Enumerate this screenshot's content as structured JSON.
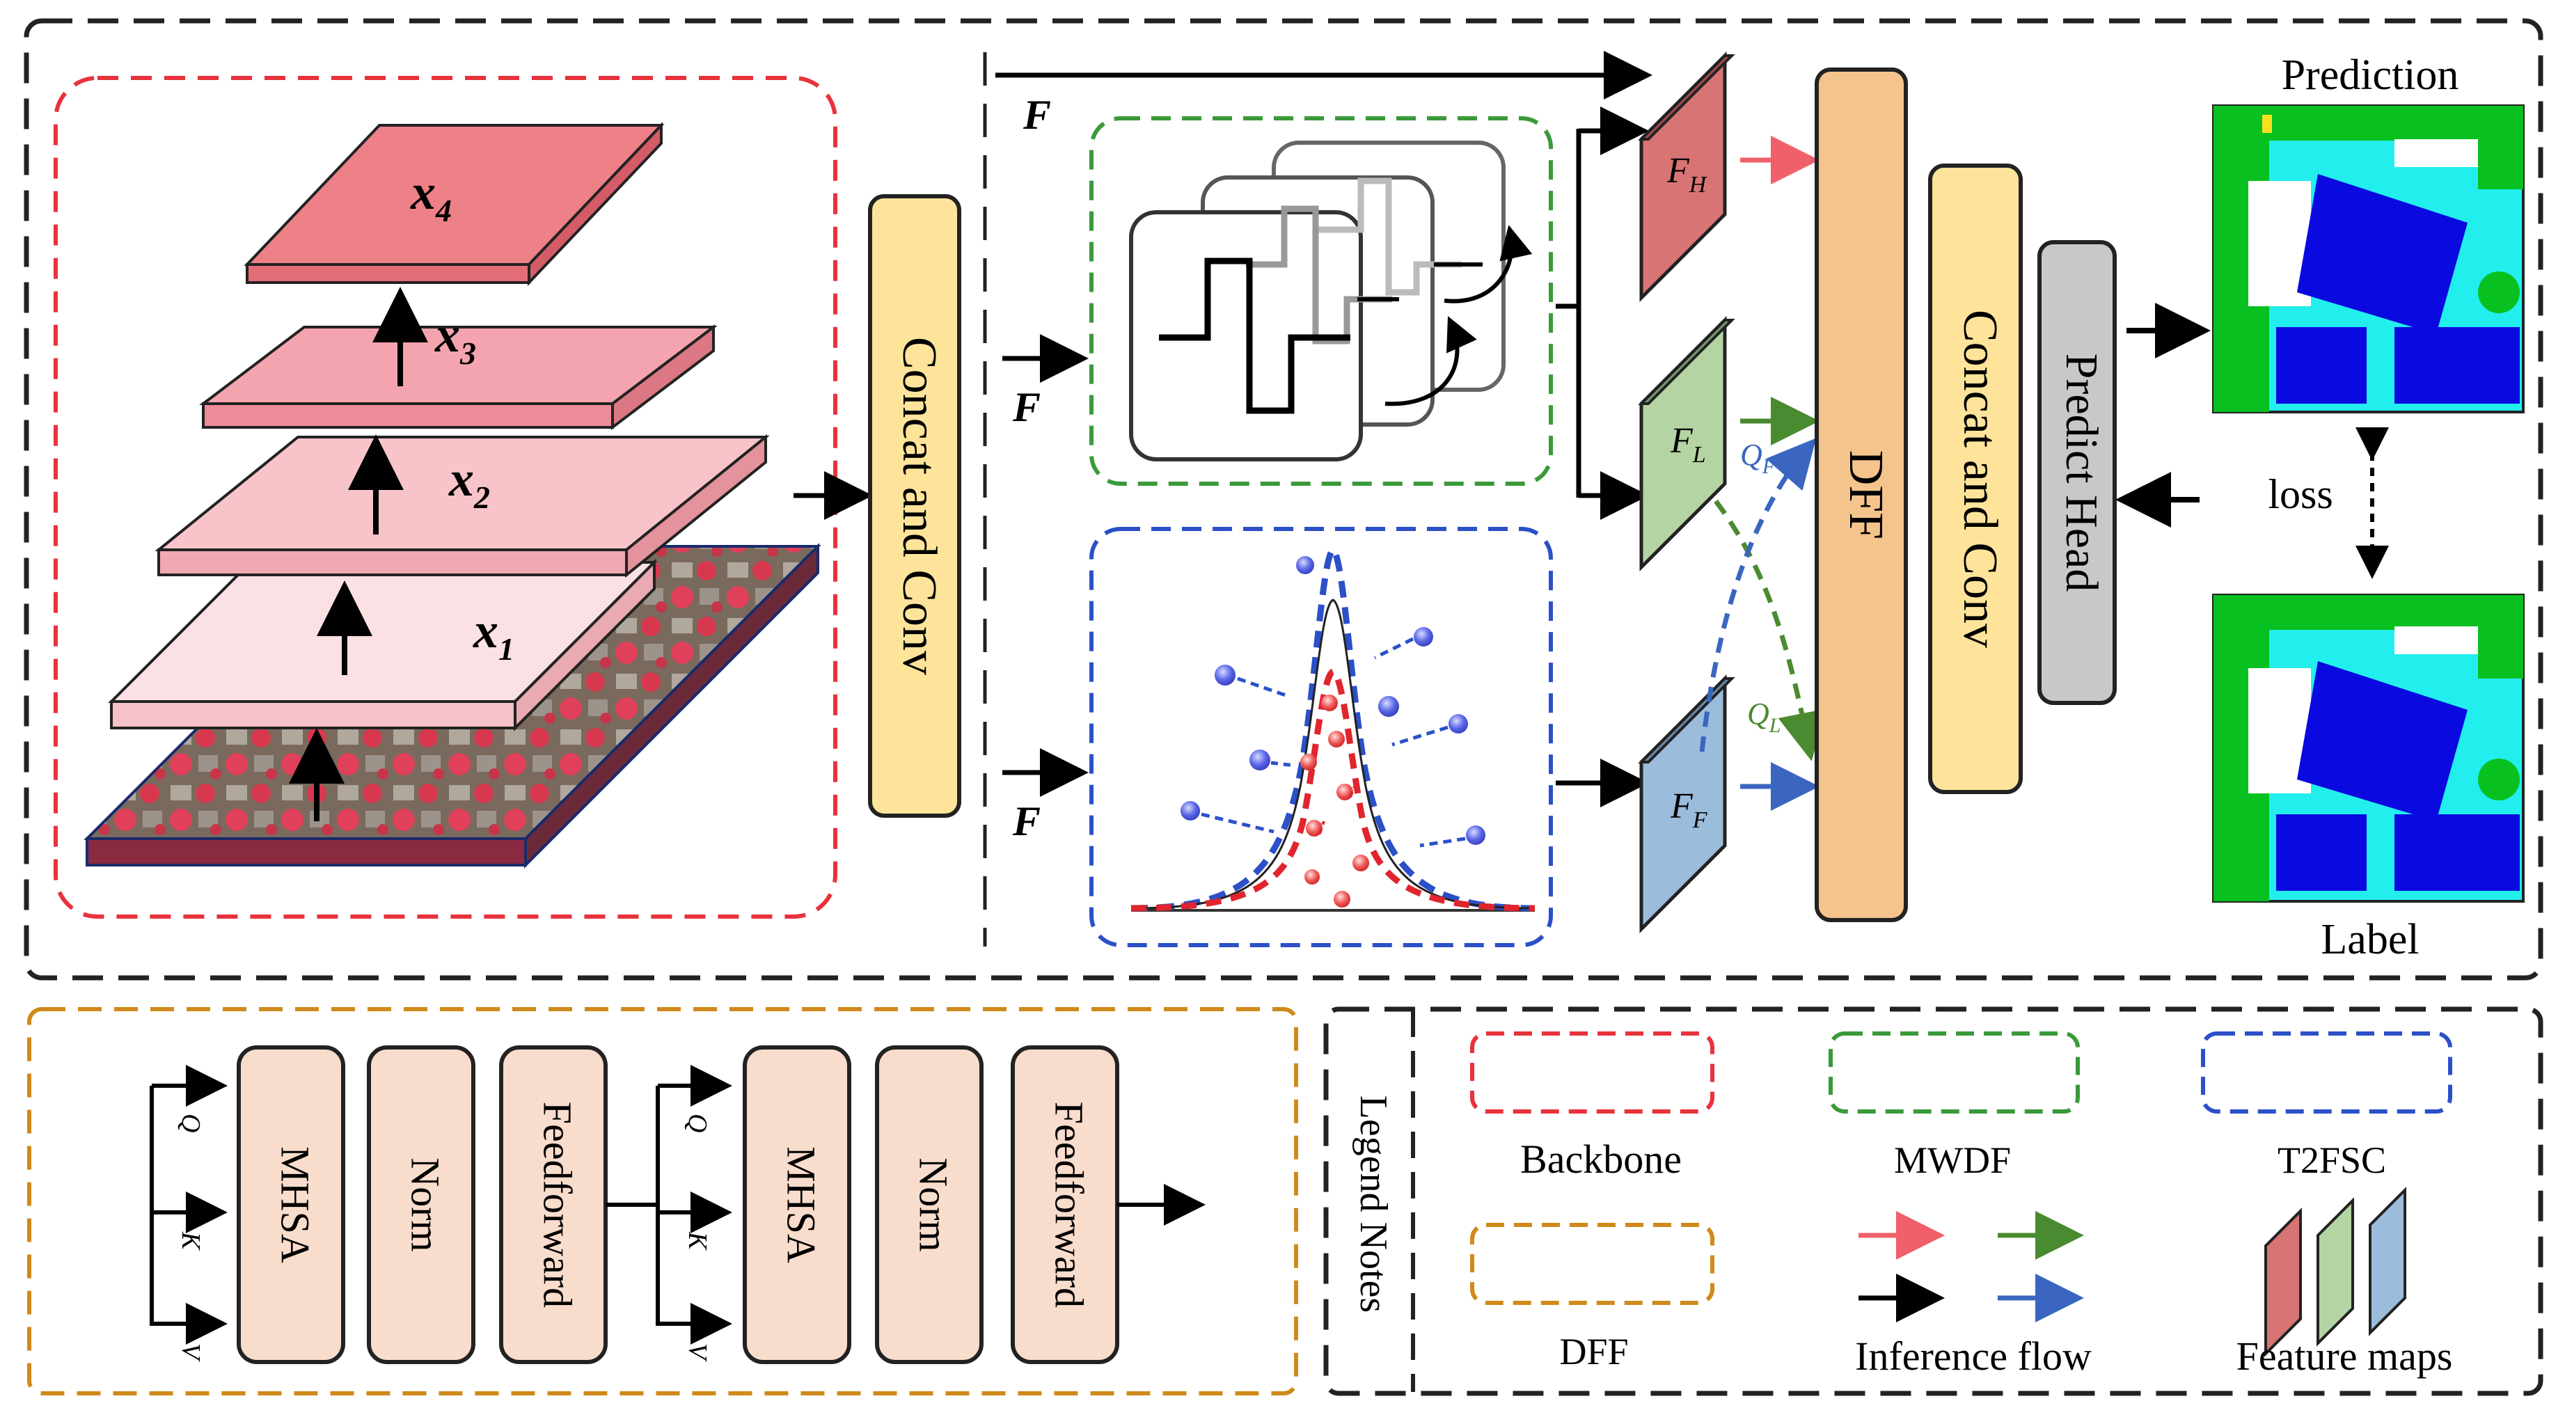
{
  "backbone": {
    "layer_labels": [
      "x",
      "x",
      "x",
      "x"
    ],
    "layer_subscripts": [
      "1",
      "2",
      "3",
      "4"
    ]
  },
  "blocks": {
    "concat_conv_1": "Concat and Conv",
    "dff_block": "DFF",
    "concat_conv_2": "Concat and Conv",
    "predict_head": "Predict Head"
  },
  "features": {
    "f_label": "F",
    "fh_main": "F",
    "fh_sub": "H",
    "fl_main": "F",
    "fl_sub": "L",
    "ff_main": "F",
    "ff_sub": "F",
    "qf_main": "Q",
    "qf_sub": "F",
    "ql_main": "Q",
    "ql_sub": "L"
  },
  "outputs": {
    "prediction": "Prediction",
    "label": "Label",
    "loss": "loss"
  },
  "transformer": {
    "inputs": [
      "Q",
      "K",
      "V"
    ],
    "blocks": [
      "MHSA",
      "Norm",
      "Feedforward",
      "MHSA",
      "Norm",
      "Feedforward"
    ]
  },
  "legend": {
    "title": "Legend Notes",
    "backbone": "Backbone",
    "mwdf": "MWDF",
    "t2fsc": "T2FSC",
    "dff": "DFF",
    "inference_flow": "Inference flow",
    "feature_maps": "Feature maps"
  },
  "colors": {
    "red_dash": "#e8323c",
    "green_dash": "#3a9a3a",
    "blue_dash": "#2b50c8",
    "orange_dash": "#d08a1a",
    "concat_fill": "#fde49a",
    "dff_fill": "#f5c48c",
    "predict_fill": "#c8c8c8",
    "block_fill": "#f8dccc",
    "fh_fill": "#d87474",
    "fl_fill": "#b4d4a4",
    "ff_fill": "#9cbcdc",
    "arrow_red": "#f0606a",
    "arrow_green": "#4a8a30",
    "arrow_blue": "#3a66c0"
  }
}
